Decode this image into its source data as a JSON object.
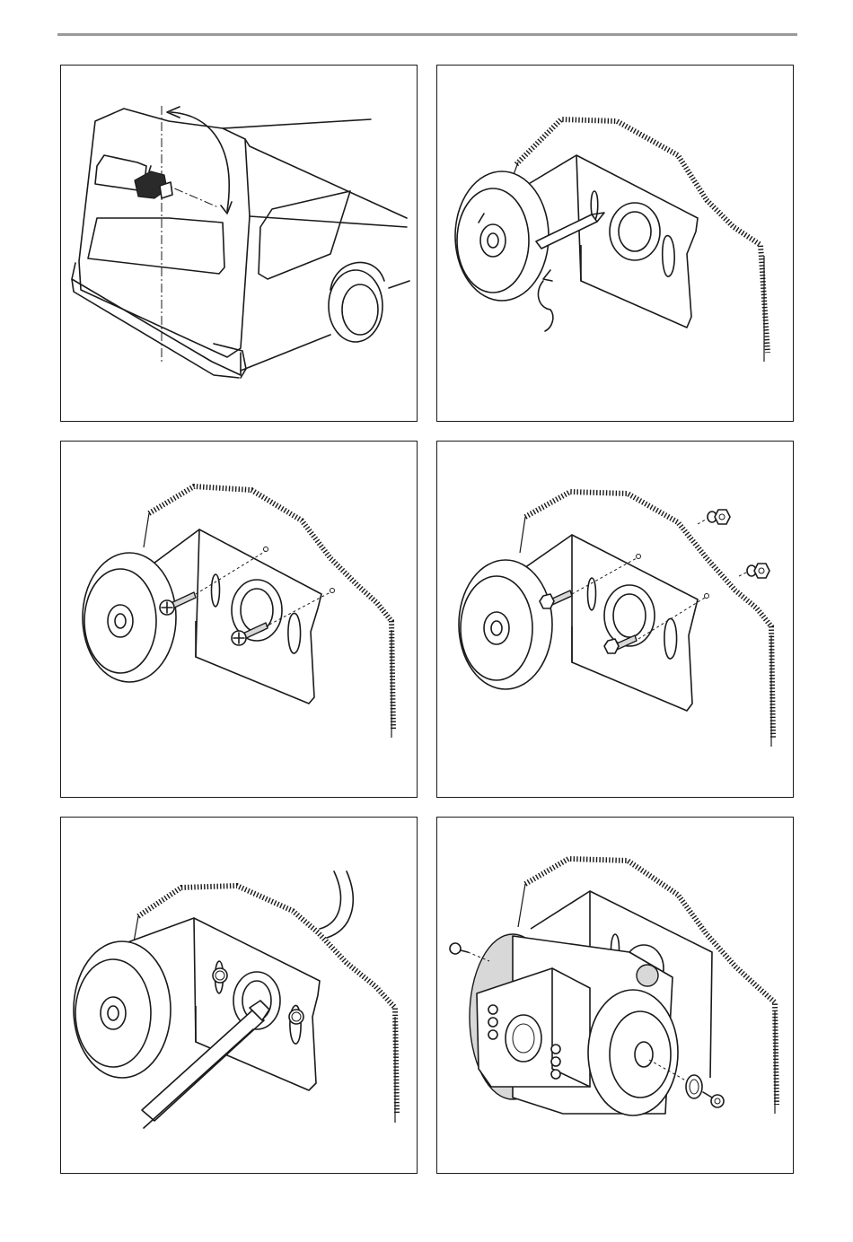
{
  "page": {
    "rule_color": "#9a9a9a",
    "line_color": "#1a1a1a"
  },
  "figures": [
    {
      "id": "step-1",
      "icon": "van-mounting-position-illustration"
    },
    {
      "id": "step-2",
      "icon": "mark-holes-illustration"
    },
    {
      "id": "step-3",
      "icon": "screw-mounting-illustration"
    },
    {
      "id": "step-4",
      "icon": "bolt-nut-mounting-illustration"
    },
    {
      "id": "step-5",
      "icon": "cable-routing-illustration"
    },
    {
      "id": "step-6",
      "icon": "camera-attach-illustration"
    }
  ]
}
